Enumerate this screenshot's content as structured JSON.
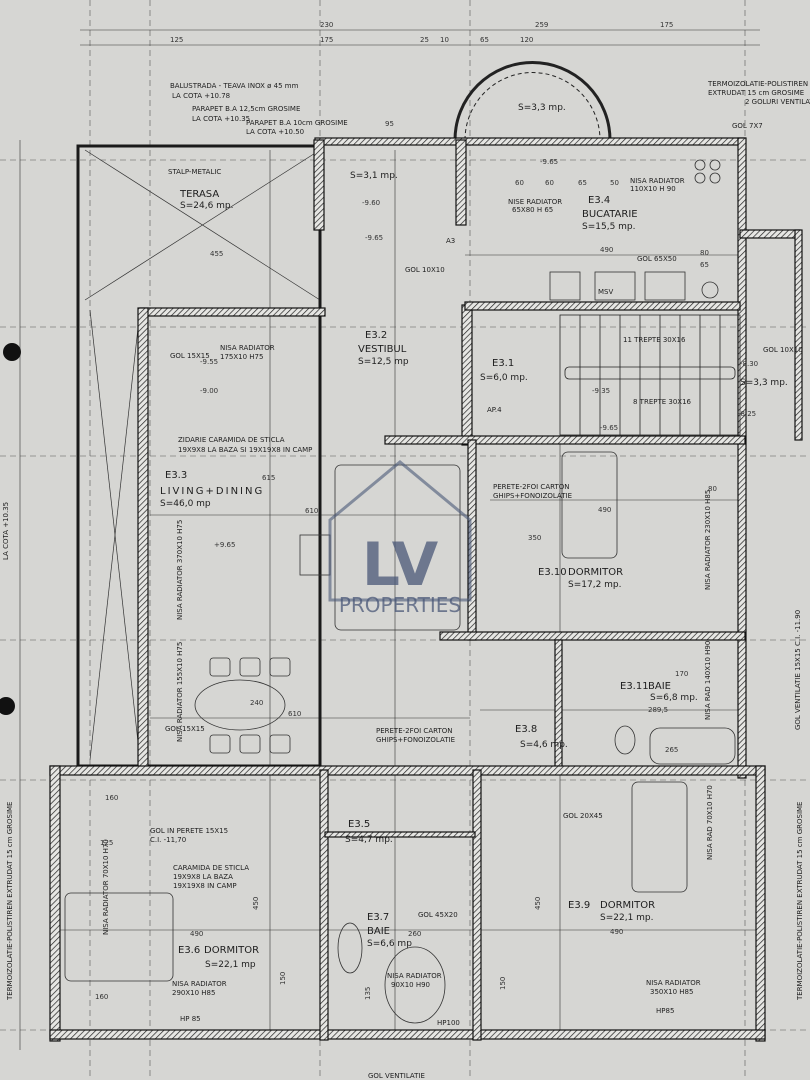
{
  "rooms": [
    {
      "code": "",
      "name": "TERASA",
      "area": "S=24,6 mp."
    },
    {
      "code": "",
      "name": "",
      "area": "S=3,1 mp."
    },
    {
      "code": "",
      "name": "",
      "area": "S=3,3 mp."
    },
    {
      "code": "E3.4",
      "name": "BUCATARIE",
      "area": "S=15,5 mp."
    },
    {
      "code": "E3.2",
      "name": "VESTIBUL",
      "area": "S=12,5 mp"
    },
    {
      "code": "E3.1",
      "name": "",
      "area": "S=6,0 mp."
    },
    {
      "code": "",
      "name": "",
      "area": "S=3,3 mp."
    },
    {
      "code": "E3.3",
      "name": "LIVING+DINING",
      "area": "S=46,0 mp"
    },
    {
      "code": "E3.10",
      "name": "DORMITOR",
      "area": "S=17,2 mp."
    },
    {
      "code": "E3.11",
      "name": "BAIE",
      "area": "S=6,8 mp."
    },
    {
      "code": "E3.8",
      "name": "",
      "area": "S=4,6 mp."
    },
    {
      "code": "E3.5",
      "name": "",
      "area": "S=4,7 mp."
    },
    {
      "code": "E3.7",
      "name": "BAIE",
      "area": "S=6,6 mp"
    },
    {
      "code": "E3.6",
      "name": "DORMITOR",
      "area": "S=22,1 mp"
    },
    {
      "code": "E3.9",
      "name": "DORMITOR",
      "area": "S=22,1 mp."
    }
  ],
  "notes": [
    "BALUSTRADA - TEAVA INOX ø 45 mm",
    "LA COTA +10.78",
    "PARAPET B.A 12,5cm GROSIME",
    "LA COTA +10.35",
    "PARAPET B.A 10cm GROSIME",
    "LA COTA +10.50",
    "STALP-METALIC",
    "TERMOIZOLATIE-POLISTIREN",
    "EXTRUDAT 15 cm GROSIME",
    "2 GOLURI VENTILATIE",
    "GOL 7X7",
    "NISE RADIATOR",
    "65X80 H 65",
    "NISA RADIATOR",
    "110X10 H 90",
    "GOL 65X50",
    "MSV",
    "NISA RADIATOR",
    "175X10 H75",
    "GOL 15X15",
    "ZIDARIE CARAMIDA DE STICLA",
    "19X9X8 LA BAZA SI 19X19X8 IN CAMP",
    "PERETE-2FOI CARTON",
    "GHIPS+FONOIZOLATIE",
    "NISA RADIATOR 230X10 H85",
    "NISA RADIATOR 370X10 H75",
    "NISA RADIATOR 155X10 H75",
    "GOL 15X15",
    "PERETE-2FOI CARTON",
    "GHIPS+FONOIZOLATIE",
    "GOL IN PERETE 15X15",
    "C.I. -11,70",
    "CARAMIDA DE STICLA",
    "19X9X8 LA BAZA",
    "19X19X8 IN CAMP",
    "NISA RADIATOR 70X10 H70",
    "NISA RADIATOR",
    "290X10 H85",
    "NISA RADIATOR",
    "90X10 H90",
    "NISA RADIATOR",
    "350X10 H85",
    "GOL VENTILATIE 15X15 C.I. -11.90",
    "11 TREPTE 30X16",
    "8 TREPTE 30X16",
    "GOL 10X10",
    "GOL 10X10",
    "GOL 20X45",
    "GOL 45X20",
    "NISA RAD 140X10 H90",
    "NISA RAD 70X10 H70",
    "AP.4",
    "A3",
    "HP100",
    "HP 85",
    "HP85",
    "GOL VENTILATIE",
    "TERMOIZOLATIE-POLISTIREN EXTRUDAT 15 cm GROSIME",
    "TERMOIZOLATIE-POLISTIREN EXTRUDAT 15 cm GROSIME",
    "LA COTA +10.35"
  ],
  "levels": [
    "-9.60",
    "-9.65",
    "+9.65",
    "-9.55",
    "-9.00",
    "-9.65",
    "-8.30",
    "-8.25",
    "-9.35",
    "-9.65"
  ],
  "dimensions": {
    "top": [
      "125",
      "230",
      "175",
      "259",
      "65",
      "120",
      "175",
      "25",
      "10",
      "95"
    ],
    "living": [
      "610",
      "455",
      "615",
      "240",
      "610"
    ],
    "kitchen": [
      "490",
      "65",
      "50",
      "60",
      "60",
      "65",
      "80"
    ],
    "bedroom_e310": [
      "490",
      "350",
      "80"
    ],
    "bath_e311": [
      "289,5",
      "265",
      "170"
    ],
    "bedroom_e36": [
      "490",
      "450",
      "160",
      "125",
      "160",
      "150"
    ],
    "bedroom_e39": [
      "490",
      "450",
      "150"
    ],
    "bath_e37": [
      "260",
      "135"
    ]
  },
  "watermark": {
    "logo": "LV",
    "text": "PROPERTIES"
  },
  "colors": {
    "paper": "#d6d6d3",
    "ink": "#1e1e1e",
    "watermark": "#4a5878"
  }
}
